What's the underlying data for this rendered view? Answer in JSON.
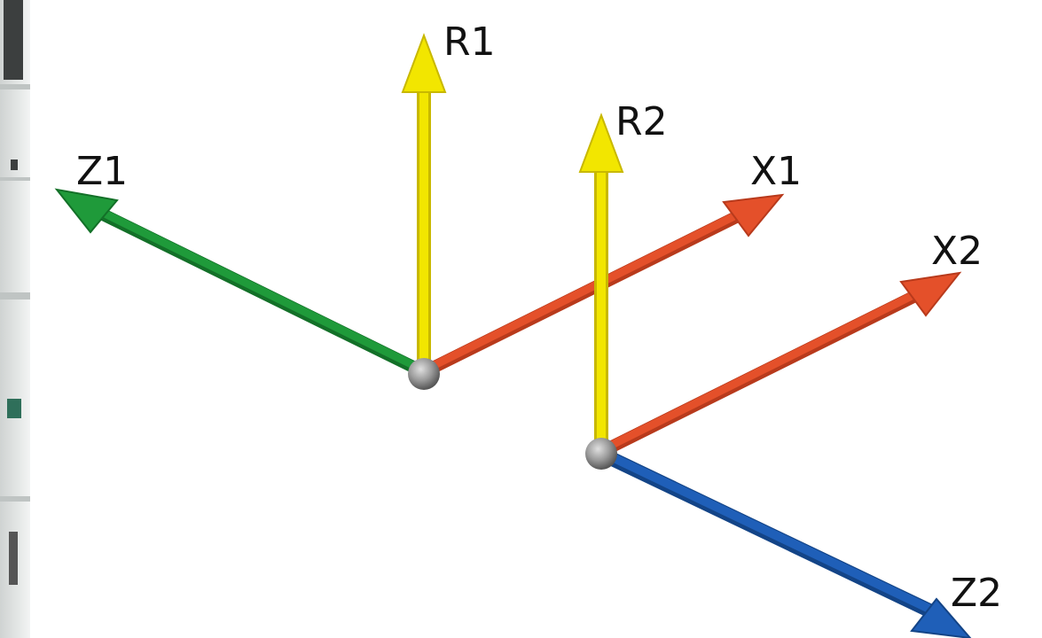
{
  "diagram": {
    "labels": {
      "r1": "R1",
      "r2": "R2",
      "z1": "Z1",
      "x1": "X1",
      "x2": "X2",
      "z2": "Z2"
    },
    "colors": {
      "yellow": "#f2e600",
      "yellow_dark": "#c8b800",
      "green": "#1f9a3a",
      "green_dark": "#137028",
      "orange": "#e4502a",
      "orange_dark": "#b83a1c",
      "blue": "#1f5fb8",
      "blue_dark": "#134487",
      "origin": "#9a9a9a"
    }
  }
}
